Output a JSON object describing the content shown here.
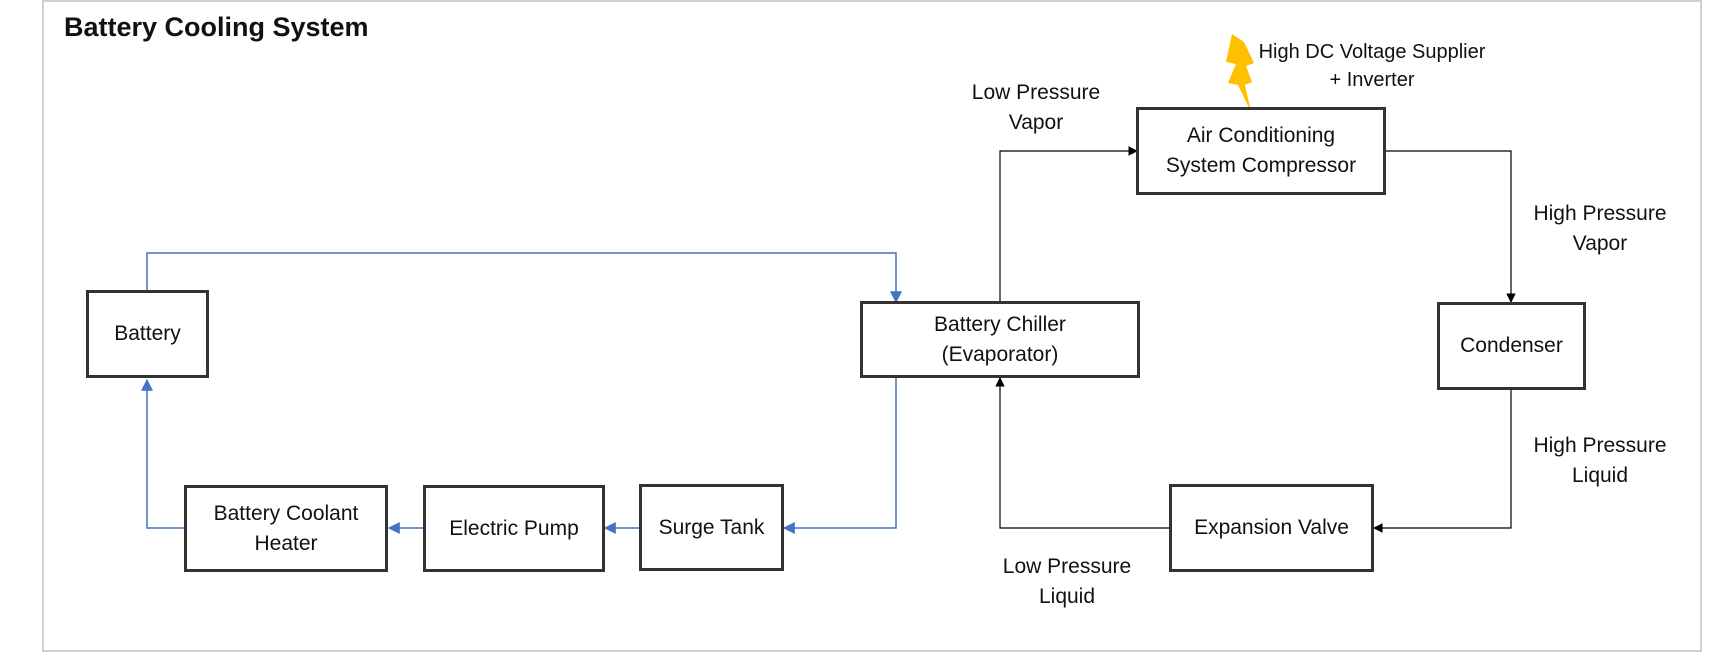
{
  "title": "Battery Cooling System",
  "colors": {
    "coolant_line": "#4472c4",
    "refrigerant_line": "#000000",
    "box_border": "#333333",
    "bolt": "#ffc000"
  },
  "components": {
    "battery": "Battery",
    "coolant_heater": "Battery Coolant\nHeater",
    "electric_pump": "Electric Pump",
    "surge_tank": "Surge Tank",
    "chiller": "Battery Chiller\n(Evaporator)",
    "compressor": "Air Conditioning\nSystem Compressor",
    "condenser": "Condenser",
    "expansion_valve": "Expansion Valve"
  },
  "flow_labels": {
    "low_pressure_vapor": "Low Pressure\nVapor",
    "high_pressure_vapor": "High Pressure\nVapor",
    "high_pressure_liquid": "High Pressure\nLiquid",
    "low_pressure_liquid": "Low Pressure\nLiquid",
    "power_supply": "High DC Voltage Supplier\n+ Inverter"
  },
  "icons": {
    "power": "lightning-bolt-icon"
  }
}
